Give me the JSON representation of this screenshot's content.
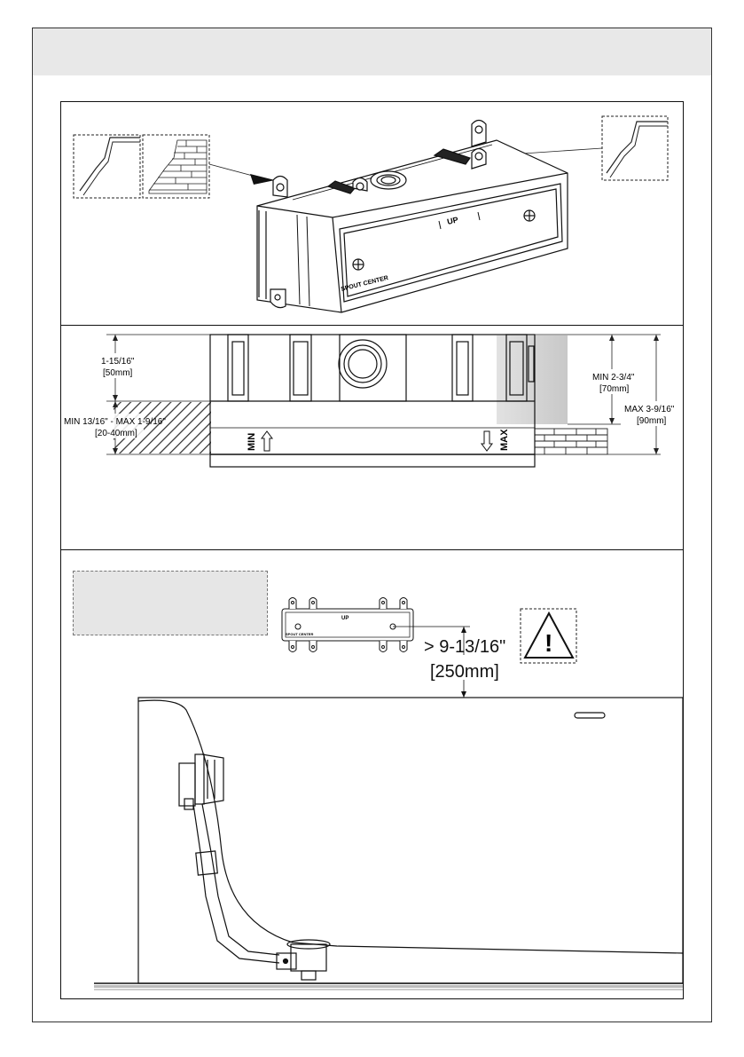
{
  "section1": {
    "up_label": "UP",
    "spout_center_label": "SPOUT CENTER"
  },
  "section2": {
    "top_height": "1-15/16\"",
    "top_height_mm": "[50mm]",
    "wall_range": "MIN 13/16\" - MAX 1-9/16\"",
    "wall_range_mm": "[20-40mm]",
    "min_depth": "MIN 2-3/4\"",
    "min_depth_mm": "[70mm]",
    "max_depth": "MAX 3-9/16\"",
    "max_depth_mm": "[90mm]",
    "min_label": "MIN",
    "max_label": "MAX"
  },
  "section3": {
    "up_label": "UP",
    "spout_center_label": "SPOUT CENTER",
    "min_distance": "> 9-13/16\"",
    "min_distance_mm": "[250mm]",
    "warning_symbol": "!"
  },
  "icons": [
    "warning-triangle-icon",
    "arrow-up-icon",
    "arrow-down-icon"
  ],
  "colors": {
    "line": "#111111",
    "header_fill": "#e8e8e8",
    "note_fill": "#e6e6e6",
    "shade": "#cfcfcf"
  }
}
